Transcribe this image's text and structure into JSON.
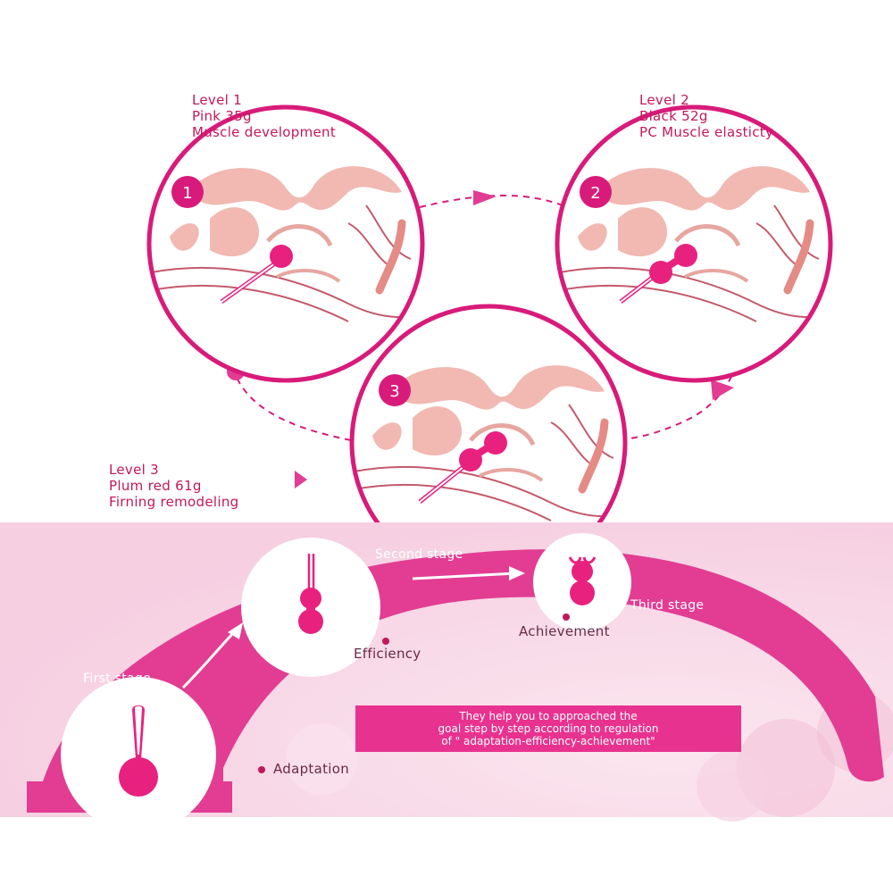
{
  "colors": {
    "accent": "#d81b7a",
    "accent_light": "#e23d93",
    "ball": "#e8217f",
    "anatomy": "#f2b8b2",
    "background_pink": "#f9dcea"
  },
  "levels": [
    {
      "number": "1",
      "line1": "Level 1",
      "line2": "Pink 35g",
      "line3": "Muscle development"
    },
    {
      "number": "2",
      "line1": "Level 2",
      "line2": "Black 52g",
      "line3": "PC Muscle elasticty"
    },
    {
      "number": "3",
      "line1": "Level 3",
      "line2": "Plum red 61g",
      "line3": "Firning remodeling"
    }
  ],
  "stages": {
    "first": "First stage",
    "second": "Second stage",
    "third": "Third stage",
    "adaptation": "Adaptation",
    "efficiency": "Efficiency",
    "achievement": "Achievement"
  },
  "note": {
    "line1": "They help you to approached the",
    "line2": "goal step by step   according to regulation",
    "line3": "of \" adaptation-efficiency-achievement\""
  }
}
